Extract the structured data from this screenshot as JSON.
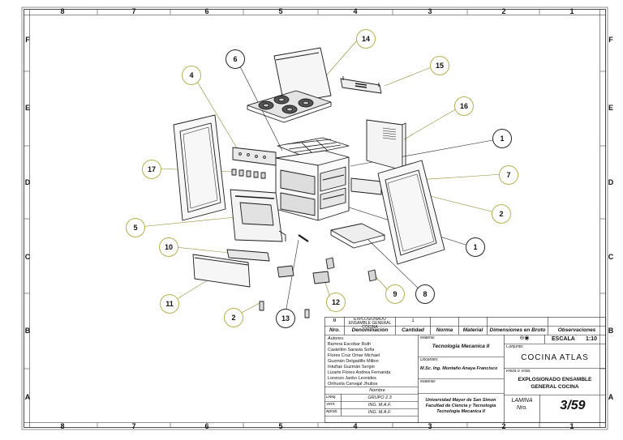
{
  "frame": {
    "columns": [
      "8",
      "7",
      "6",
      "5",
      "4",
      "3",
      "2",
      "1"
    ],
    "rows": [
      "F",
      "E",
      "D",
      "C",
      "B",
      "A"
    ]
  },
  "callouts": [
    {
      "id": "c14a",
      "label": "14",
      "style": "olive"
    },
    {
      "id": "c15",
      "label": "15",
      "style": "olive"
    },
    {
      "id": "c16",
      "label": "16",
      "style": "olive"
    },
    {
      "id": "c6",
      "label": "6",
      "style": "dark"
    },
    {
      "id": "c4",
      "label": "4",
      "style": "olive"
    },
    {
      "id": "c1a",
      "label": "1",
      "style": "dark"
    },
    {
      "id": "c17",
      "label": "17",
      "style": "olive"
    },
    {
      "id": "c7",
      "label": "7",
      "style": "olive"
    },
    {
      "id": "c2a",
      "label": "2",
      "style": "olive"
    },
    {
      "id": "c5",
      "label": "5",
      "style": "olive"
    },
    {
      "id": "c1b",
      "label": "1",
      "style": "dark"
    },
    {
      "id": "c10",
      "label": "10",
      "style": "olive"
    },
    {
      "id": "c9",
      "label": "9",
      "style": "olive"
    },
    {
      "id": "c8",
      "label": "8",
      "style": "dark"
    },
    {
      "id": "c11",
      "label": "11",
      "style": "olive"
    },
    {
      "id": "c12",
      "label": "12",
      "style": "olive"
    },
    {
      "id": "c2b",
      "label": "2",
      "style": "olive"
    },
    {
      "id": "c13",
      "label": "13",
      "style": "dark"
    }
  ],
  "title_block": {
    "parts_row": {
      "nro": "0",
      "denominacion": "EXPLOSIONADO ENSAMBLE GENERAL COCINA",
      "cantidad": "1"
    },
    "headers": {
      "nro": "Nro.",
      "denominacion": "Denominación",
      "cantidad": "Cantidad",
      "norma": "Norma",
      "material": "Material",
      "dimensiones": "Dimensiones en Bruto",
      "observaciones": "Observaciones"
    },
    "autores_label": "Autores:",
    "autores": [
      "Barrera Escobar Ruth",
      "Castellón Saravia Sofía",
      "Flores Cruz Omar Michael",
      "Guzmán Delgadillo Milton",
      "Intuñas Guzmán Sergio",
      "Lizarte Flores Andrea Fernanda",
      "Lorenzo Janko Leonides",
      "Orihuela Carvajal Jhulisa"
    ],
    "nombre_label": "Nombre",
    "signoff": [
      {
        "role": "Dibuj.",
        "value": "GRUPO 2.3"
      },
      {
        "role": "Verif.",
        "value": "ING. M.A.F."
      },
      {
        "role": "Aprob.",
        "value": "ING. M.A.F."
      }
    ],
    "materia_label": "Materia:",
    "materia": "Tecnologia Mecanica II",
    "docentes_label": "Docentes:",
    "docente": "M.Sc. Ing. Montaño Anaya Francisco",
    "material_label": "Material:",
    "university": [
      "Universidad Mayor de San Simon",
      "Facultad de Ciencia y Tecnologia",
      "Tecnologia Mecanica II"
    ],
    "projection_symbol": "⊖◉",
    "escala_label": "ESCALA",
    "escala_value": "1:10",
    "conjunto_label": "Conjunto:",
    "conjunto": "COCINA ATLAS",
    "pieza_label": "Pieza o Vista:",
    "pieza": [
      "EXPLOSIONADO ENSAMBLE",
      "GENERAL COCINA"
    ],
    "lamina_label": [
      "LAMINA",
      "Nro."
    ],
    "lamina_value": "3/59"
  }
}
